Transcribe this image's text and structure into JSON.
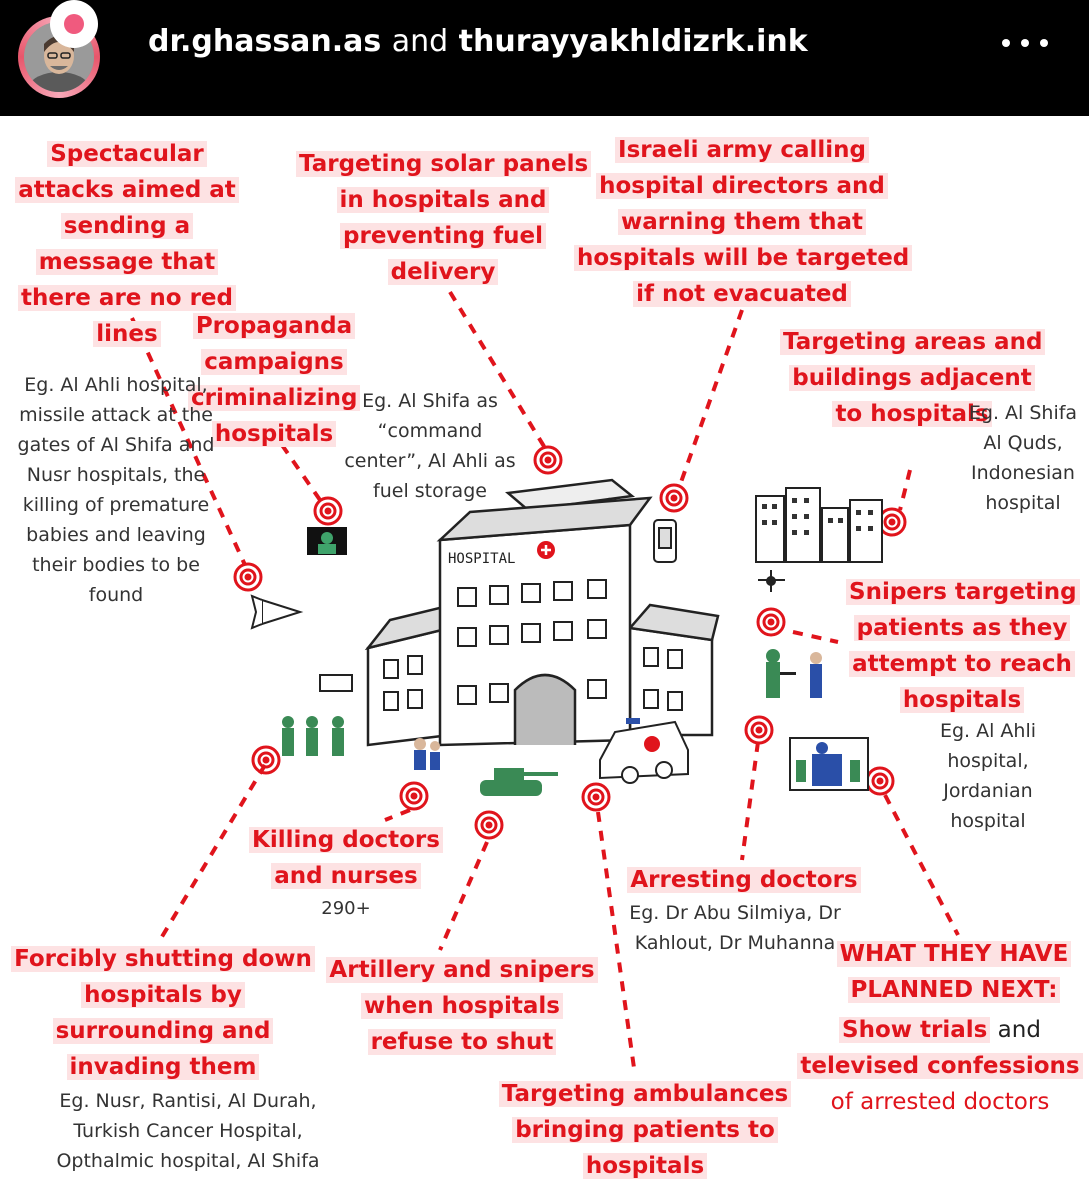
{
  "header": {
    "user1": "dr.ghassan.as",
    "conj": "and",
    "user2": "thurayyakhldizrk.ink",
    "more_icon": "more-horizontal-icon"
  },
  "illustration": {
    "hospital_sign": "HOSPITAL",
    "labels": {
      "spectacular": "Spectacular attacks aimed at sending a message that there are no red lines",
      "solar": "Targeting solar panels in hospitals and preventing fuel delivery",
      "israeli_army": "Israeli army calling hospital directors and warning them that hospitals will be targeted if not evacuated",
      "propaganda": "Propaganda campaigns criminalizing hospitals",
      "adjacent": "Targeting areas and buildings adjacent to hospitals",
      "snipers": "Snipers targeting patients as they attempt to reach hospitals",
      "killing": "Killing doctors and nurses",
      "arresting": "Arresting doctors",
      "forcibly": "Forcibly shutting down hospitals by surrounding and invading them",
      "artillery": "Artillery and snipers when hospitals refuse to shut",
      "ambulances": "Targeting ambulances bringing patients to hospitals",
      "planned_next": "WHAT THEY HAVE PLANNED NEXT:",
      "show_trials": "Show trials",
      "and_word": "and",
      "televised": "televised confessions",
      "of_arrested": "of arrested doctors"
    },
    "examples": {
      "al_ahli": "Eg. Al Ahli hospital, missile attack at the gates of Al Shifa and Nusr hospitals, the killing of premature babies and leaving their bodies to be found",
      "command_center": "Eg. Al Shifa as “command center”, Al Ahli as fuel storage",
      "adjacent_eg": "Eg. Al Shifa Al Quds, Indonesian hospital",
      "snipers_eg": "Eg. Al Ahli hospital, Jordanian hospital",
      "killing_count": "290+",
      "arrest_eg": "Eg. Dr Abu Silmiya, Dr Kahlout, Dr Muhanna",
      "forcibly_eg": "Eg. Nusr, Rantisi, Al Durah, Turkish Cancer Hospital, Opthalmic hospital, Al Shifa"
    }
  },
  "colors": {
    "accent_red": "#e0141c",
    "highlight_pink": "#fde2e3",
    "header_bg": "#000000",
    "story_ring": "#e8566b"
  }
}
